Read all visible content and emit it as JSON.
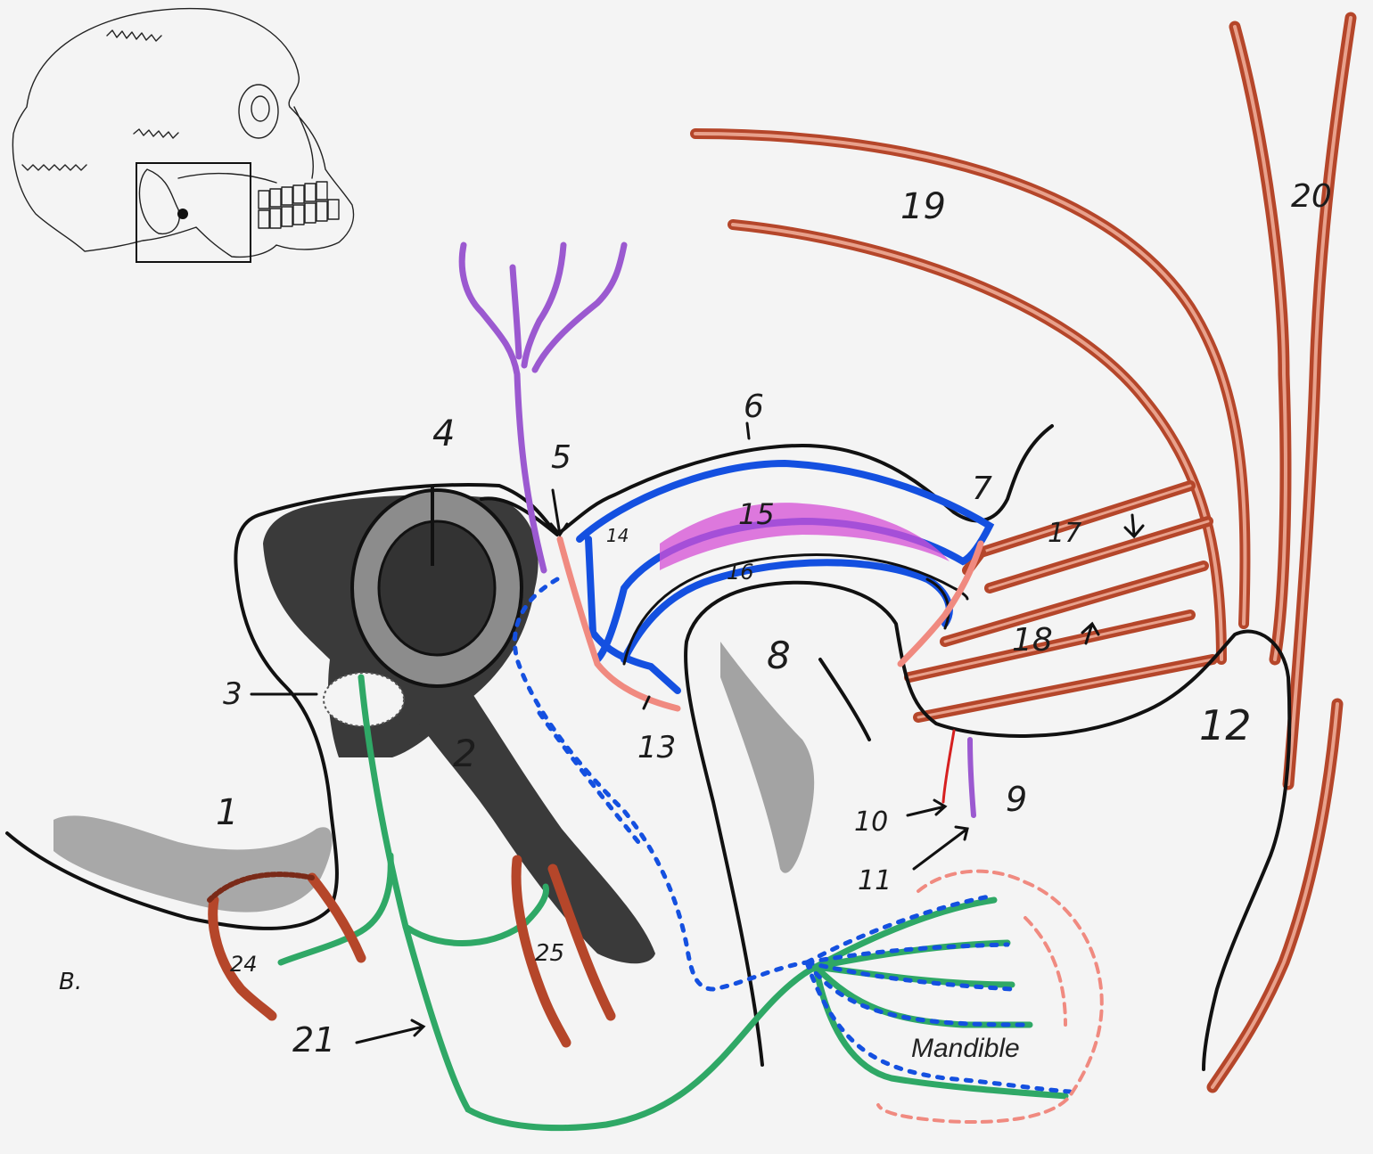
{
  "colors": {
    "ink": "#111111",
    "muscle": "#b5462a",
    "muscle_light": "#e8a18c",
    "nerve_green": "#2fa866",
    "nerve_purple": "#9b59d0",
    "vessel_red": "#d62020",
    "disc_blue": "#1450e0",
    "synovium_pink": "#d54fd5",
    "bone_gray": "#8a8a8a",
    "bone_dark": "#3a3a3a",
    "salivary_pink": "#f08a80",
    "background": "#f4f4f4"
  },
  "labels": {
    "l1": "1",
    "l2": "2",
    "l3": "3",
    "l4": "4",
    "l5": "5",
    "l6": "6",
    "l7": "7",
    "l8": "8",
    "l9": "9",
    "l10": "10",
    "l11": "11",
    "l12": "12",
    "l13": "13",
    "l14": "14",
    "l15": "15",
    "l16": "16",
    "l17": "17",
    "l18": "18",
    "l19": "19",
    "l20": "20",
    "l21": "21",
    "l24": "24",
    "l25": "25",
    "mandible": "Mandible",
    "corner_mark": "B."
  },
  "icons": {
    "skull_inset": "skull-lateral-icon",
    "arrow": "arrow-icon"
  }
}
